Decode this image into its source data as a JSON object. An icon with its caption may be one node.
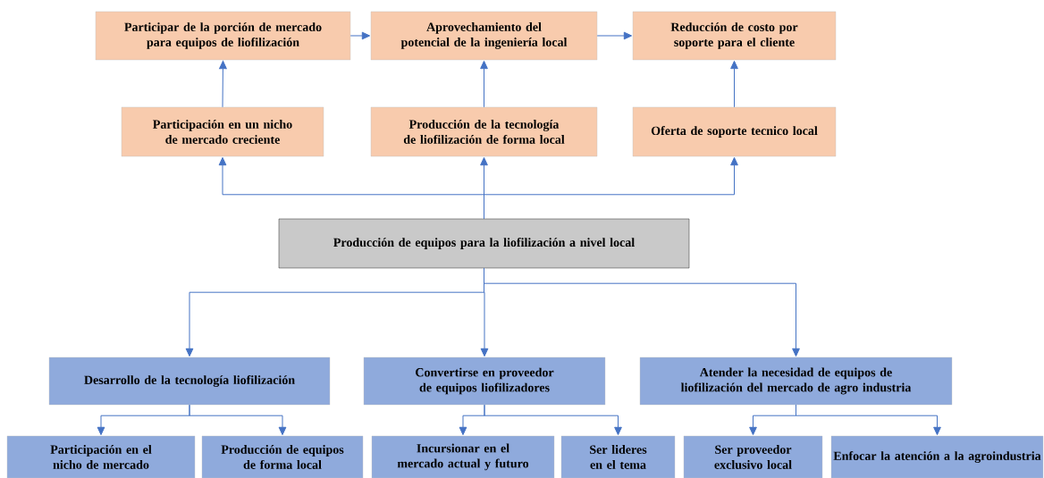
{
  "diagram": {
    "nodes": [
      {
        "text": [
          "Participar de la porción de mercado para equipos de liofilización"
        ]
      },
      {
        "text": [
          "Aprovechamiento del potencial de la ingeniería local"
        ]
      },
      {
        "text": [
          "Reducción de costo por soporte para el cliente"
        ]
      },
      {
        "text": [
          "Participación en un nicho de mercado creciente"
        ]
      },
      {
        "text": [
          "Producción de la tecnología de liofilización de forma local"
        ]
      },
      {
        "text": [
          "Oferta de soporte tecnico local"
        ]
      },
      {
        "text": [
          "Producción de equipos para la liofilización a nivel local"
        ]
      },
      {
        "text": [
          "Desarrollo de la tecnología liofilización"
        ]
      },
      {
        "text": [
          "Convertirse en proveedor de equipos liofilizadores"
        ]
      },
      {
        "text": [
          "Atender la necesidad de equipos de liofilización del mercado de agro industria"
        ]
      },
      {
        "text": [
          "Participación en el nicho de mercado"
        ]
      },
      {
        "text": [
          "Producción de equipos de forma local"
        ]
      },
      {
        "text": [
          "Incursionar en el mercado actual y futuro"
        ]
      },
      {
        "text": [
          "Ser lideres en el tema"
        ]
      },
      {
        "text": [
          "Ser proveedor exclusivo local"
        ]
      },
      {
        "text": [
          "Enfocar la atención a la agroindustria"
        ]
      }
    ],
    "edges": [
      {
        "from": 3,
        "to": 0,
        "arrow": "to"
      },
      {
        "from": 4,
        "to": 1,
        "arrow": "to"
      },
      {
        "from": 5,
        "to": 2,
        "arrow": "to"
      },
      {
        "from": 0,
        "to": 1,
        "arrow": "to"
      },
      {
        "from": 1,
        "to": 2,
        "arrow": "to"
      },
      {
        "from": 6,
        "to": 3,
        "arrow": "to"
      },
      {
        "from": 6,
        "to": 4,
        "arrow": "to"
      },
      {
        "from": 6,
        "to": 5,
        "arrow": "to"
      },
      {
        "from": 6,
        "to": 7,
        "arrow": "to"
      },
      {
        "from": 6,
        "to": 8,
        "arrow": "to"
      },
      {
        "from": 6,
        "to": 9,
        "arrow": "to"
      },
      {
        "from": 7,
        "to": 10,
        "arrow": "to"
      },
      {
        "from": 7,
        "to": 11,
        "arrow": "to"
      },
      {
        "from": 8,
        "to": 12,
        "arrow": "to"
      },
      {
        "from": 8,
        "to": 13,
        "arrow": "to"
      },
      {
        "from": 9,
        "to": 14,
        "arrow": "to"
      },
      {
        "from": 9,
        "to": 15,
        "arrow": "to"
      }
    ]
  }
}
